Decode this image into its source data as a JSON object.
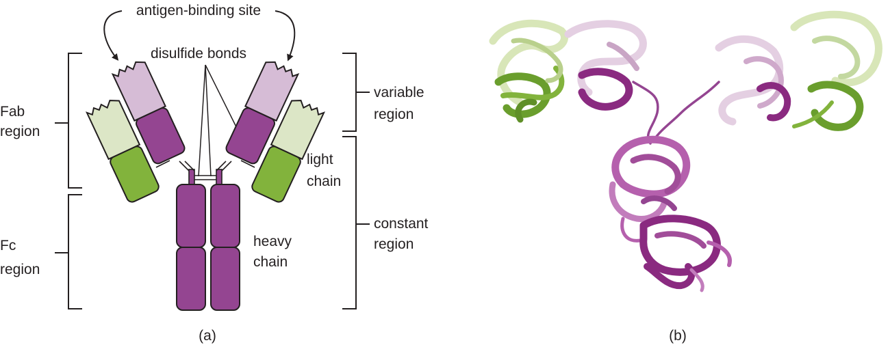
{
  "panel_a": {
    "antigen_label": "antigen-binding site",
    "disulfide_label": "disulfide bonds",
    "fab_label": [
      "Fab",
      "region"
    ],
    "fc_label": [
      "Fc",
      "region"
    ],
    "variable_label": [
      "variable",
      "region"
    ],
    "constant_label": [
      "constant",
      "region"
    ],
    "light_chain_label": [
      "light",
      "chain"
    ],
    "heavy_chain_label": [
      "heavy",
      "chain"
    ],
    "caption": "(a)"
  },
  "panel_b": {
    "caption": "(b)"
  },
  "colors": {
    "heavy_constant": "#944591",
    "heavy_variable": "#d6bcd6",
    "light_constant": "#82b33c",
    "light_variable": "#dce6c6",
    "outline": "#231f20",
    "ribbon_heavy_dark": "#8a2a80",
    "ribbon_heavy_mid": "#b560ad",
    "ribbon_heavy_light": "#e4cfe2",
    "ribbon_light_dark": "#6a9e2d",
    "ribbon_light_light": "#d8e6b8"
  }
}
